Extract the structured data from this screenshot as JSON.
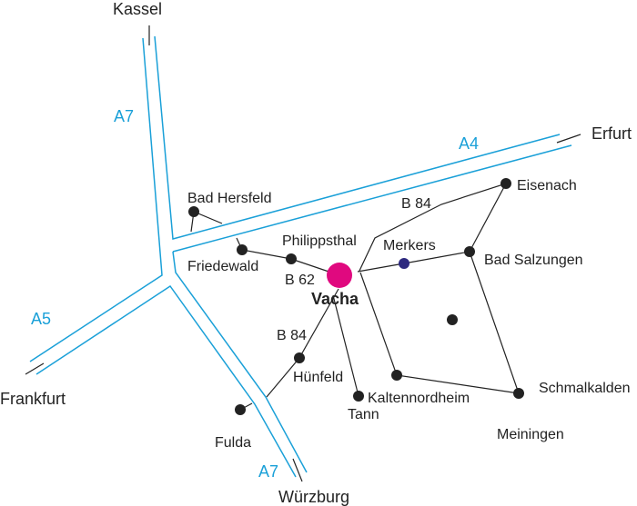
{
  "highways": {
    "a7_north": "A7",
    "a7_south": "A7",
    "a4": "A4",
    "a5": "A5"
  },
  "roads": {
    "b62": "B 62",
    "b84_north": "B 84",
    "b84_south": "B 84"
  },
  "destinations": {
    "kassel": "Kassel",
    "erfurt": "Erfurt",
    "frankfurt": "Frankfurt",
    "wuerzburg": "Würzburg"
  },
  "places": {
    "bad_hersfeld": "Bad Hersfeld",
    "friedewald": "Friedewald",
    "philippsthal": "Philippsthal",
    "vacha": "Vacha",
    "merkers": "Merkers",
    "bad_salzungen": "Bad Salzungen",
    "eisenach": "Eisenach",
    "huenfeld": "Hünfeld",
    "fulda": "Fulda",
    "tann": "Tann",
    "kaltennordheim": "Kaltennordheim",
    "schmalkalden": "Schmalkalden",
    "meiningen": "Meiningen"
  },
  "colors": {
    "highway": "#1aa0d8",
    "vacha": "#e0097f",
    "merkers": "#2e2a7f",
    "road": "#222222"
  }
}
